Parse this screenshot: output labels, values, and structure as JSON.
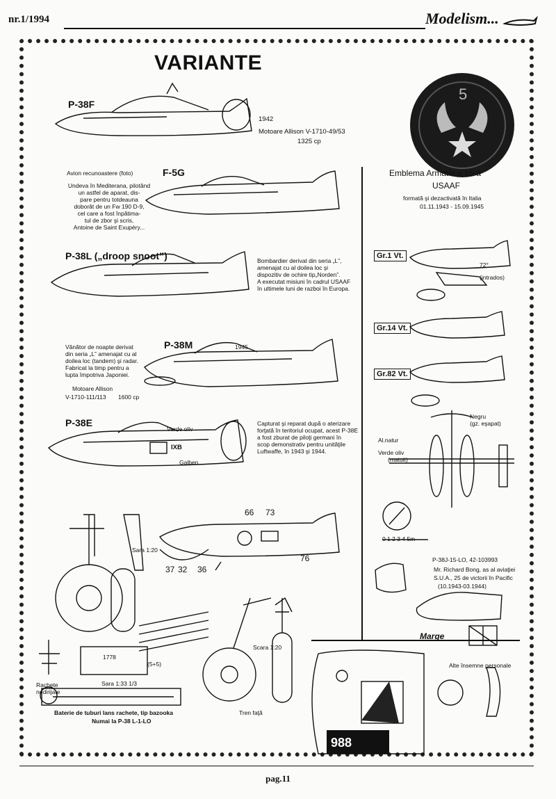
{
  "header": {
    "issue": "nr.1/1994",
    "magazine": "Modelism..."
  },
  "title": "VARIANTE",
  "variants": {
    "p38f": {
      "name": "P-38F",
      "year": "1942",
      "engine": "Motoare Allison V-1710-49/53",
      "power": "1325 cp"
    },
    "f5g": {
      "name": "F-5G",
      "caption": "Avion recunoastere (foto)",
      "note": [
        "Undeva în Mediterana, pilotând",
        "un astfel de aparat, dis-",
        "pare pentru totdeauna",
        "doborât de un Fw 190 D-9,",
        "cel care a fost înpătima-",
        "tul de zbor şi scris,",
        "Antoine de Saint Exupéry..."
      ]
    },
    "p38l": {
      "name": "P-38L („droop snoot”)",
      "note": [
        "Bombardier derivat din seria „L”,",
        "amenajat cu al doilea loc şi",
        "dispozitiv de ochire tip„Norden”.",
        "A executat misiuni în cadrul USAAF",
        "în ultimele luni de razboi în Europa."
      ]
    },
    "p38m": {
      "name": "P-38M",
      "year": "1945",
      "note": [
        "Vânător de noapte derivat",
        "din seria „L” amenajat cu al",
        "doilea loc (tandem) şi radar.",
        "Fabricat la timp pentru a",
        "lupta împotriva Japoniei."
      ],
      "engine": "Motoare Allison",
      "engine2": "V-1710-111/113",
      "power": "1600 cp"
    },
    "p38e": {
      "name": "P-38E",
      "color1": "Verde oliv",
      "color2": "Galben",
      "code": "IXB",
      "note": [
        "Capturat şi reparat după o aterizare",
        "forţată în teritoriul ocupat, acest P-38E",
        "a fost zburat de piloţi germani în",
        "scop demonstrativ pentru unităţile",
        "Luftwaffe, în 1943 şi 1944."
      ]
    }
  },
  "emblem": {
    "title": "Emblema Armatei a 15-a",
    "subtitle": "USAAF",
    "note1": "formată şi dezactivată în Italia",
    "note2": "01.11.1943 - 15.09.1945",
    "number": "5"
  },
  "groups": {
    "gr1": "Gr.1 Vt.",
    "gr14": "Gr.14 Vt.",
    "gr82": "Gr.82 Vt.",
    "angle": "72°",
    "intrados": "(intrados)"
  },
  "colors": {
    "natur": "Al.natur",
    "verde": "Verde oliv",
    "mat": "(matuit)",
    "negru": "Negru",
    "gz": "(gz. eşapat)"
  },
  "scale_bar": "0 1 2 3 4 5m",
  "details": {
    "sara1": "Sara 1:20",
    "sara2": "Scara 1:20",
    "sara3": "Sara 1:33 1/3",
    "n66": "66",
    "n73": "73",
    "n76": "76",
    "n37": "37",
    "n32": "32",
    "n36": "36",
    "dim": "1778",
    "dim2": "(5+5)"
  },
  "rockets": {
    "label1": "Rachete",
    "label2": "nedirijate",
    "battery1": "Baterie de tuburi lans rachete, tip bazooka",
    "battery2": "Numai la P-38 L-1-LO"
  },
  "gear": "Tren faţă",
  "bong": {
    "serial": "P-38J-15-LO, 42-103993",
    "line1": "Mr. Richard Bong, as al aviaţiei",
    "line2": "S.U.A., 25 de victorii în Pacific",
    "line3": "(10.1943-03.1944)",
    "marge": "Marge"
  },
  "insigne": "Alte însemne personale",
  "nose_number": "988",
  "footer": "pag.11"
}
